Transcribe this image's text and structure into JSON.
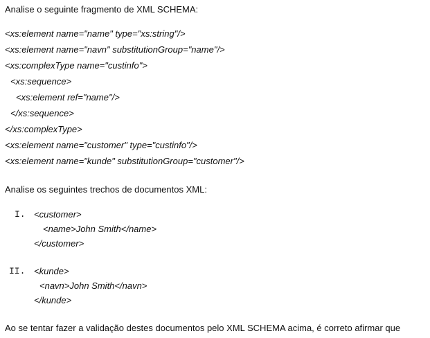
{
  "intro": "Analise o seguinte fragmento de XML SCHEMA:",
  "schema_lines": [
    "<xs:element name=\"name\" type=\"xs:string\"/>",
    "<xs:element name=\"navn\" substitutionGroup=\"name\"/>",
    "<xs:complexType name=\"custinfo\">",
    "<xs:sequence>",
    "<xs:element ref=\"name\"/>",
    "</xs:sequence>",
    "</xs:complexType>",
    "<xs:element name=\"customer\" type=\"custinfo\"/>",
    "<xs:element name=\"kunde\" substitutionGroup=\"customer\"/>"
  ],
  "docs_intro": "Analise os seguintes trechos de documentos XML:",
  "doc1": {
    "marker": "I.",
    "lines": [
      "<customer>",
      "<name>John Smith</name>",
      "</customer>"
    ]
  },
  "doc2": {
    "marker": "II.",
    "lines": [
      "<kunde>",
      "<navn>John Smith</navn>",
      "</kunde>"
    ]
  },
  "question": "Ao se tentar fazer a validação destes documentos pelo XML SCHEMA acima, é correto afirmar que"
}
